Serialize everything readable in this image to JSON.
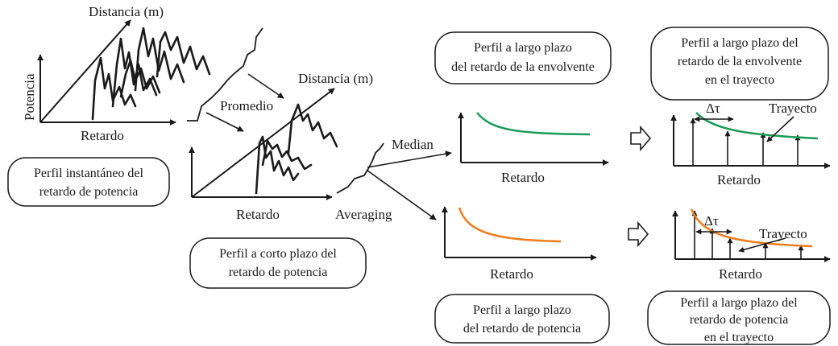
{
  "colors": {
    "green_curve": "#1a9a55",
    "orange_curve": "#ee7d1e",
    "ink": "#1a1a1a",
    "background": "#ffffff"
  },
  "labels": {
    "instant_distance": "Distancia (m)",
    "instant_potencia": "Potencia",
    "instant_retardo": "Retardo",
    "promedio": "Promedio",
    "short_distance": "Distancia (m)",
    "short_retardo": "Retardo",
    "median": "Median",
    "averaging": "Averaging",
    "green_retardo": "Retardo",
    "orange_retardo": "Retardo",
    "path_top_retardo": "Retardo",
    "path_bottom_retardo": "Retardo",
    "delta_tau_top": "Δτ",
    "delta_tau_bottom": "Δτ",
    "trayecto_top": "Trayecto",
    "trayecto_bottom": "Trayecto"
  },
  "boxes": {
    "instant_profile": [
      "Perfil instantáneo del",
      "retardo de potencia"
    ],
    "short_term": [
      "Perfil a corto plazo del",
      "retardo de  potencia"
    ],
    "long_term_envelope": [
      "Perfil a largo plazo",
      "del retardo de la envolvente"
    ],
    "long_term_envelope_path": [
      "Perfil a largo plazo del",
      "retardo de la envolvente",
      "en el trayecto"
    ],
    "long_term_power": [
      "Perfil a largo plazo",
      "del retardo de potencia"
    ],
    "long_term_power_path": [
      "Perfil a largo plazo del",
      "retardo de potencia",
      "en el trayecto"
    ]
  }
}
